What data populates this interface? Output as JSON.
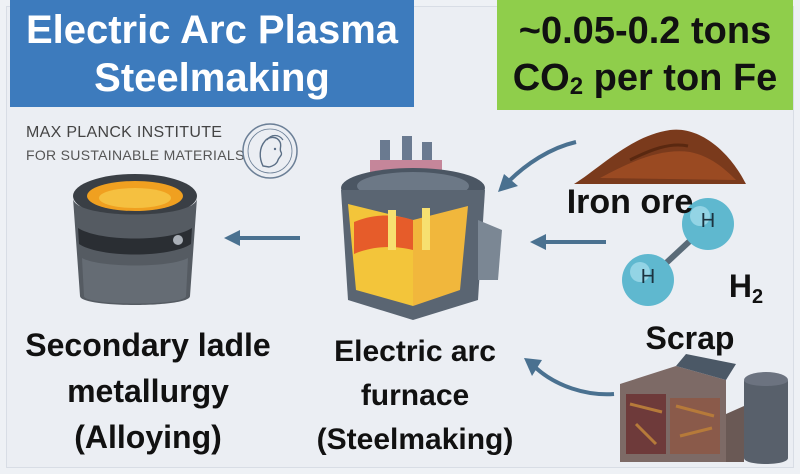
{
  "title": {
    "line1": "Electric Arc Plasma",
    "line2": "Steelmaking"
  },
  "emissions": {
    "line1": "~0.05-0.2 tons",
    "co2_main": "CO",
    "co2_sub": "2",
    "line2_rest": " per ton Fe"
  },
  "logo": {
    "line1": "MAX PLANCK INSTITUTE",
    "line2": "FOR SUSTAINABLE MATERIALS"
  },
  "labels": {
    "ladle": [
      "Secondary ladle",
      "metallurgy",
      "(Alloying)"
    ],
    "furnace": [
      "Electric arc",
      "furnace",
      "(Steelmaking)"
    ],
    "iron_ore": "Iron ore",
    "hydrogen_main": "H",
    "hydrogen_sub": "2",
    "scrap": "Scrap",
    "h_atom": "H"
  },
  "colors": {
    "title_bg": "#3d7bbd",
    "emissions_bg": "#8fce4b",
    "arrow": "#4a7190"
  }
}
